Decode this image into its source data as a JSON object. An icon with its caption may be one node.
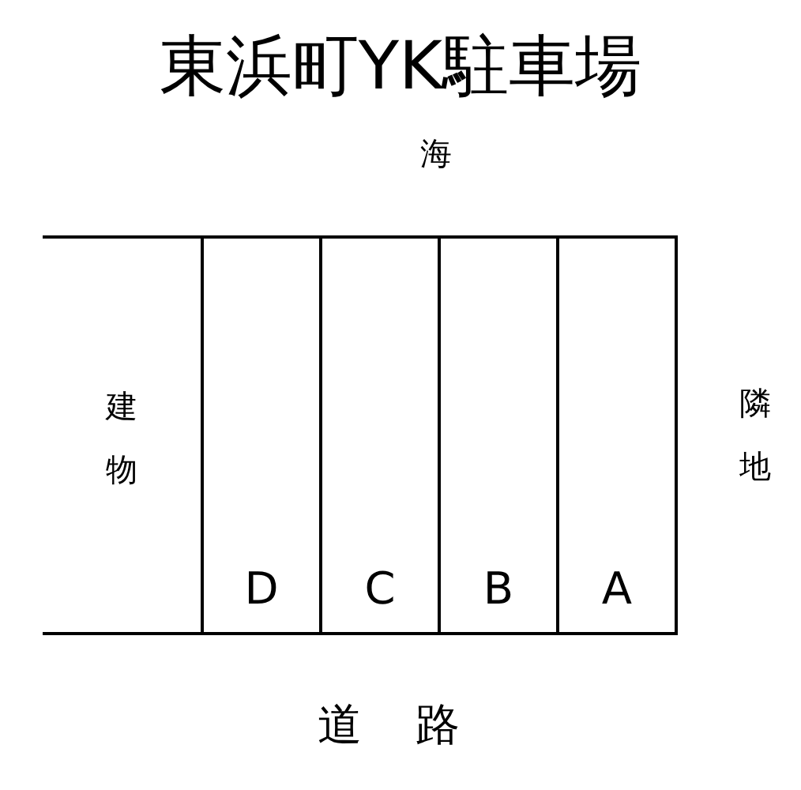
{
  "diagram": {
    "title": "東浜町YK駐車場",
    "nodes": [
      {
        "text": [
          "建物"
        ]
      },
      {
        "text": [
          "D"
        ]
      },
      {
        "text": [
          "C"
        ]
      },
      {
        "text": [
          "B"
        ]
      },
      {
        "text": [
          "A"
        ]
      }
    ],
    "edges": [],
    "labels": [
      "海",
      "隣地",
      "道路"
    ]
  }
}
